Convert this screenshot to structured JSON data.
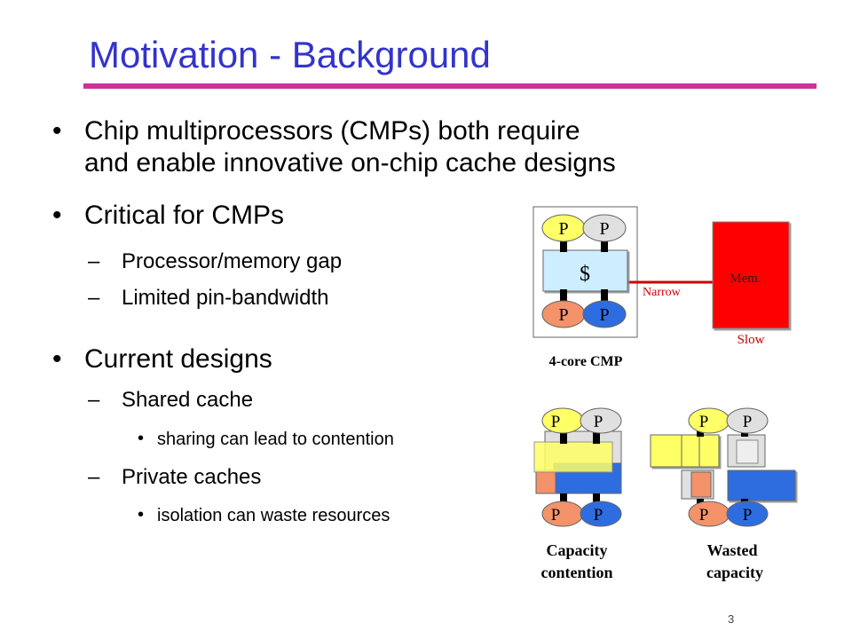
{
  "slide": {
    "title": "Motivation - Background",
    "page_number": "3",
    "bullets": [
      {
        "line1": "Chip multiprocessors (CMPs) both require",
        "line2": "and enable innovative on-chip cache designs"
      },
      {
        "text": "Critical for CMPs",
        "subs": [
          "Processor/memory gap",
          "Limited pin-bandwidth"
        ]
      },
      {
        "text": "Current designs",
        "subs": [
          "Shared cache",
          "Private caches"
        ],
        "subsubs": [
          "sharing can lead to contention",
          "isolation can waste resources"
        ]
      }
    ]
  },
  "diagram": {
    "processor_label": "P",
    "cache_label": "$",
    "memory_label": "Mem.",
    "link_label": "Narrow",
    "memory_speed_label": "Slow",
    "cmp_caption": "4-core CMP",
    "contention_caption_1": "Capacity",
    "contention_caption_2": "contention",
    "wasted_caption_1": "Wasted",
    "wasted_caption_2": "capacity"
  },
  "colors": {
    "title": "#3333cc",
    "rule": "#cc3399",
    "proc_yellow": "#ffff66",
    "proc_gray": "#e0e0e0",
    "proc_orange": "#f4926a",
    "proc_blue": "#2e6de0",
    "cache_cyan": "#cceeff",
    "memory_red": "#ff0000",
    "link_red": "#cc0000"
  }
}
